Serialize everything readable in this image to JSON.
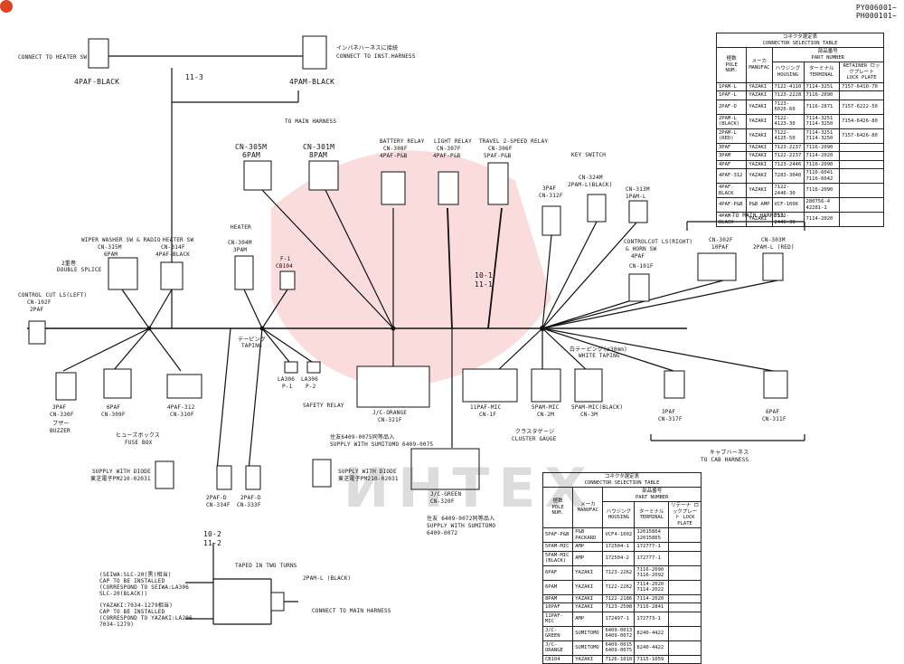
{
  "header": {
    "model_line_1": "PY006001~",
    "model_line_2": "PH000101~"
  },
  "connectors": {
    "heater_sw_left": {
      "note": "CONNECT TO HEATER SW",
      "name": "4PAF-BLACK"
    },
    "inst_harness": {
      "note_jp": "インパネハーネスに接続",
      "note": "CONNECT TO INST.HARNESS",
      "name": "4PAM-BLACK"
    },
    "link_11_3": "11-3",
    "to_main_top": "TO MAIN HARNESS",
    "cn305m": {
      "id": "CN-305M",
      "type": "6PAM"
    },
    "cn301m": {
      "id": "CN-301M",
      "type": "8PAM"
    },
    "battery_relay": {
      "title": "BATTERY RELAY",
      "id": "CN-308F",
      "type": "4PAF-P&B"
    },
    "light_relay": {
      "title": "LIGHT RELAY",
      "id": "CN-307F",
      "type": "4PAF-P&B"
    },
    "travel_relay": {
      "title": "TRAVEL 2-SPEED RELAY",
      "id": "CN-306F",
      "type": "5PAF-P&B"
    },
    "key_switch": {
      "title": "KEY SWITCH",
      "cn324m": "CN-324M",
      "cn324m_type": "2PAM-L(BLACK)",
      "cn312f_type": "3PAF",
      "cn312f": "CN-312F",
      "cn313m": "CN-313M",
      "cn313m_type": "1PAM-L"
    },
    "heater": {
      "title": "HEATER",
      "id": "CN-304M",
      "type": "3PAM"
    },
    "fuse": {
      "f1": "F-1",
      "cb": "CB104"
    },
    "wiper": {
      "title": "WIPER WASHER SW & RADIO",
      "id": "CN-315M",
      "type": "6PAM"
    },
    "heater_sw": {
      "title": "HEATER SW",
      "id": "CN-314F",
      "type": "4PAF-BLACK"
    },
    "control_cut_left": {
      "title": "CONTROL CUT LS(LEFT)",
      "id": "CN-102F",
      "type": "2PAF"
    },
    "control_cut_right": {
      "title": "CONTROLCUT LS(RIGHT)",
      "sub": "& HORN SW",
      "type": "4PAF",
      "id": "CN-101F"
    },
    "to_main_right": "TO MAIN HARNESS",
    "cn302f": {
      "id": "CN-302F",
      "type": "10PAF"
    },
    "cn303m": {
      "id": "CN-303M",
      "type": "2PAM-L (RED)"
    },
    "link_10_1": "10-1",
    "link_11_1": "11-1",
    "cn330f": {
      "type": "3PAF",
      "id": "CN-330F",
      "jp": "ブザー",
      "en": "BUZZER"
    },
    "cn309f": {
      "type": "6PAF",
      "id": "CN-309F"
    },
    "cn310f": {
      "type": "4PAF-312",
      "id": "CN-310F"
    },
    "fuse_box": {
      "jp": "ヒューズボックス",
      "en": "FUSE BOX"
    },
    "safety_relay": {
      "la1": "LA306",
      "p1": "P-1",
      "la2": "LA306",
      "p2": "P-2",
      "title": "SAFETY RELAY"
    },
    "jc_orange": {
      "title": "J/C-ORANGE",
      "id": "CN-321F",
      "note_jp": "住友6409-0075同等品入",
      "note": "SUPPLY WITH SUMITOMO 6409-0075"
    },
    "cn1f": {
      "type": "11PAF-MIC",
      "id": "CN-1F"
    },
    "cn2m": {
      "type": "5PAM-MIC",
      "id": "CN-2M"
    },
    "cn3m": {
      "type": "5PAM-MIC(BLACK)",
      "id": "CN-3M"
    },
    "cluster": {
      "jp": "クラスタゲージ",
      "en": "CLUSTER GAUGE"
    },
    "cn317f": {
      "type": "3PAF",
      "id": "CN-317F"
    },
    "cn311f": {
      "type": "6PAF",
      "id": "CN-311F"
    },
    "to_cab": {
      "jp": "キャブハーネス",
      "en": "TO CAB HARNESS"
    },
    "diode_left": {
      "title": "SUPPLY WITH DIODE",
      "part": "東芝電子PM210-02031"
    },
    "cn334f": {
      "type": "2PAF-D",
      "id": "CN-334F"
    },
    "cn333f": {
      "type": "2PAF-D",
      "id": "CN-333F"
    },
    "diode_right": {
      "title": "SUPPLY WITH DIODE",
      "part": "東芝電子PM210-02031"
    },
    "jc_green": {
      "title": "J/C-GREEN",
      "id": "CN-320F",
      "note_jp": "住友 6409-0072同等品入",
      "note": "SUPPLY WITH SUMITOMO",
      "note2": "6409-0072"
    },
    "link_10_2": "10-2",
    "link_11_2": "11-2",
    "seiwa": {
      "l1": "(SEIWA:SLC-20(黒)相当)",
      "l2": "CAP TO BE INSTALLED",
      "l3": "(CORRESPOND TO SEIWA:LA306",
      "l4": "SLC-20(BLACK))"
    },
    "yazaki": {
      "l1": "(YAZAKI:7034-1279相当)",
      "l2": "CAP TO BE INSTALLED",
      "l3": "(CORRESPOND TO YAZAKI:LA206",
      "l4": "7034-1279)"
    },
    "bottom_conn": {
      "type": "2PAM-L (BLACK)",
      "note": "CONNECT TO MAIN HARNESS",
      "taped": "TAPED IN TWO TURNS"
    }
  },
  "taping": {
    "label_jp": "テーピング",
    "label": "TAPING",
    "double_jp": "2重巻",
    "double": "DOUBLE SPLICE",
    "white_jp": "白テーピング(ø30mm)",
    "white": "WHITE TAPING"
  },
  "table_top": {
    "title_jp": "コネクタ選定表",
    "title": "CONNECTOR SELECTION TABLE",
    "h_pole_jp": "極数",
    "h_pole": "POLE NUM.",
    "h_maker_jp": "メーカ",
    "h_maker": "MANUFAC",
    "h_part_jp": "部品番号",
    "h_part": "PART NUMBER",
    "h_housing": "ハウジング HOUSING",
    "h_terminal": "ターミナル TERMINAL",
    "h_retainer": "RETAINER ロックプレート LOCK PLATE",
    "rows": [
      [
        "1PAM-L",
        "YAZAKI",
        "7122-4110",
        "7114-3251",
        "7157-6410-70"
      ],
      [
        "1PAF-L",
        "YAZAKI",
        "7123-2228",
        "7116-2090",
        ""
      ],
      [
        "2PAF-D",
        "YAZAKI",
        "7123-6026-60",
        "7116-2871",
        "7157-6222-50"
      ],
      [
        "2PAM-L (BLACK)",
        "YAZAKI",
        "7122-4123-30",
        "7114-3251 7114-3250",
        "7154-6426-80"
      ],
      [
        "2PAM-L (RED)",
        "YAZAKI",
        "7122-4125-50",
        "7114-3251 7114-3250",
        "7157-6426-80"
      ],
      [
        "3PAF",
        "YAZAKI",
        "7123-2237",
        "7116-2090",
        ""
      ],
      [
        "3PAM",
        "YAZAKI",
        "7122-2237",
        "7114-2020",
        ""
      ],
      [
        "4PAF",
        "YAZAKI",
        "7123-2446",
        "7116-2090",
        ""
      ],
      [
        "4PAF-312",
        "YAZAKI",
        "7283-3040",
        "7116-6041 7116-6042",
        ""
      ],
      [
        "4PAF-BLACK",
        "YAZAKI",
        "7122-2446-30",
        "7116-2090",
        ""
      ],
      [
        "4PAF-P&B",
        "P&B AMP",
        "VCF-1006",
        "280756-4 42281-1",
        ""
      ],
      [
        "4PAM-BLACK",
        "YAZAKI",
        "7122-2446-30",
        "7114-2020",
        ""
      ]
    ]
  },
  "table_bottom": {
    "title_jp": "コネクタ選定表",
    "title": "CONNECTOR SELECTION TABLE",
    "h_pole_jp": "極数",
    "h_pole": "POLE NUM.",
    "h_maker_jp": "メーカ",
    "h_maker": "MANUFAC",
    "h_part_jp": "部品番号",
    "h_part": "PART NUMBER",
    "h_housing": "ハウジング HOUSING",
    "h_terminal": "ターミナル TERMINAL",
    "h_retainer": "リテーナ ロックプレート LOCK PLATE",
    "rows": [
      [
        "5PAF-P&B",
        "P&B PACKARD",
        "VCF4-1002",
        "12015864 12015865",
        ""
      ],
      [
        "5PAM-MIC",
        "AMP",
        "172504-1",
        "172777-1",
        ""
      ],
      [
        "5PAM-MIC (BLACK)",
        "AMP",
        "172504-2",
        "172777-1",
        ""
      ],
      [
        "6PAF",
        "YAZAKI",
        "7123-2262",
        "7116-2090 7116-2092",
        ""
      ],
      [
        "6PAM",
        "YAZAKI",
        "7122-2262",
        "7114-2020 7114-2022",
        ""
      ],
      [
        "8PAM",
        "YAZAKI",
        "7122-2186",
        "7114-2020",
        ""
      ],
      [
        "10PAF",
        "YAZAKI",
        "7123-2508",
        "7116-2841",
        ""
      ],
      [
        "11PAF-MIC",
        "AMP",
        "172497-1",
        "172773-1",
        ""
      ],
      [
        "J/C-GREEN",
        "SUMITOMO",
        "6409-0013 6409-0072",
        "8240-4422",
        ""
      ],
      [
        "J/C-ORANGE",
        "SUMITOMO",
        "6409-0015 6409-0075",
        "8240-4422",
        ""
      ],
      [
        "CB104",
        "YAZAKI",
        "7126-1010",
        "7115-1059",
        ""
      ]
    ]
  },
  "watermark": "ИНТЕХ"
}
